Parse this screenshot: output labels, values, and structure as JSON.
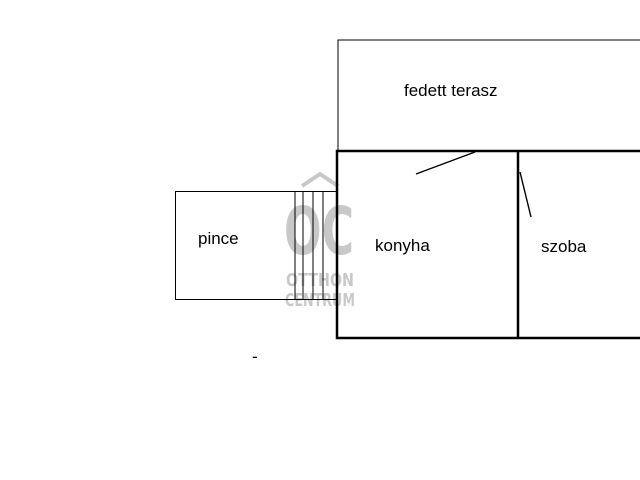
{
  "floorplan": {
    "rooms": {
      "terrace": "fedett terasz",
      "cellar": "pince",
      "kitchen": "konyha",
      "room": "szoba"
    },
    "stray_mark": "-"
  },
  "watermark": {
    "monogram": "OC",
    "line1": "OTTHON",
    "line2": "CENTRUM",
    "color": "#c8c8c8"
  },
  "colors": {
    "background": "#ffffff",
    "lines": "#000000"
  }
}
